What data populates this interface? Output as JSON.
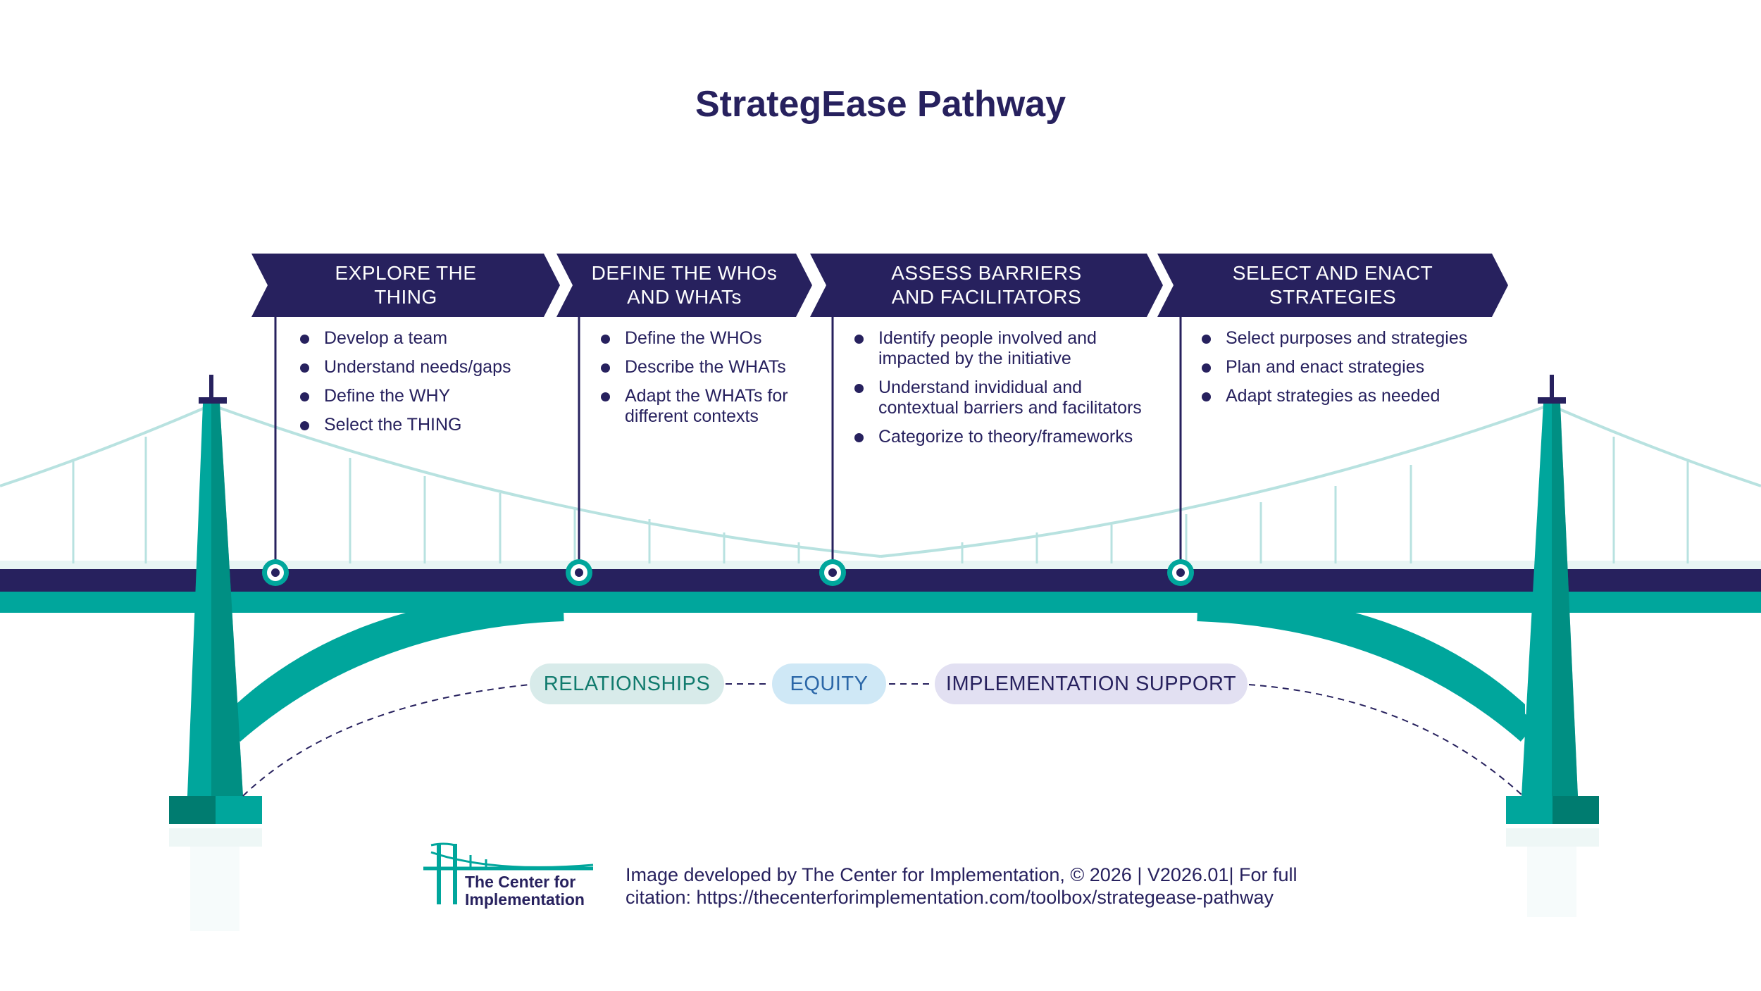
{
  "title": "StrategEase Pathway",
  "colors": {
    "navy": "#27215e",
    "teal": "#00a69c",
    "teal_dark": "#007c70",
    "cable": "#b8e2e0"
  },
  "phases": [
    {
      "label": "EXPLORE THE\nTHING",
      "items": [
        "Develop a team",
        "Understand needs/gaps",
        "Define the WHY",
        "Select the THING"
      ]
    },
    {
      "label": "DEFINE THE WHOs\nAND WHATs",
      "items": [
        "Define the WHOs",
        "Describe the WHATs",
        "Adapt the WHATs for\ndifferent contexts"
      ]
    },
    {
      "label": "ASSESS BARRIERS\nAND FACILITATORS",
      "items": [
        "Identify people involved and\nimpacted by the initiative",
        "Understand invididual and\ncontextual barriers and facilitators",
        "Categorize to theory/frameworks"
      ]
    },
    {
      "label": "SELECT AND ENACT\nSTRATEGIES",
      "items": [
        "Select purposes and strategies",
        "Plan and enact strategies",
        "Adapt strategies as needed"
      ]
    }
  ],
  "foundations": {
    "relationships": "RELATIONSHIPS",
    "equity": "EQUITY",
    "implementation_support": "IMPLEMENTATION SUPPORT"
  },
  "logo": {
    "text": "The Center for\nImplementation",
    "icon": "bridge-logo-icon"
  },
  "credit": {
    "line1": "Image developed by The Center for Implementation, © 2026 | V2026.01| For full",
    "line2": "citation: https://thecenterforimplementation.com/toolbox/strategease-pathway"
  }
}
